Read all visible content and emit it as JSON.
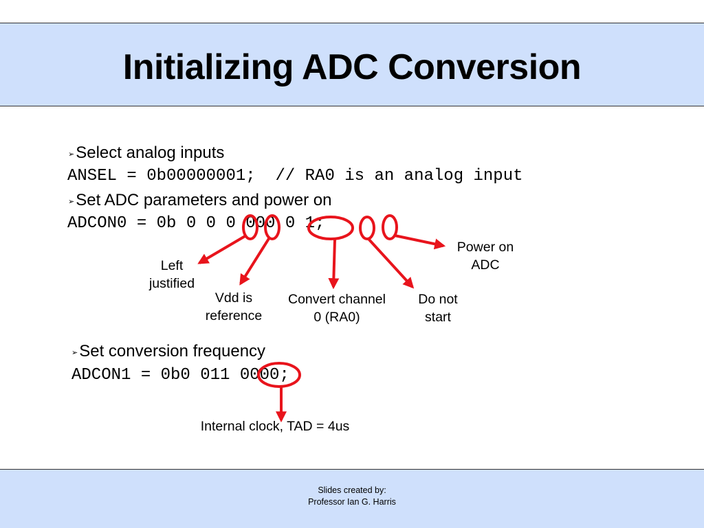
{
  "title": "Initializing ADC Conversion",
  "colors": {
    "band": "#cfe0fc",
    "annotation": "#e8141c"
  },
  "bullets": [
    {
      "marker": "➢",
      "text": "Select analog inputs",
      "code": "ANSEL = 0b00000001;  // RA0 is an analog input"
    },
    {
      "marker": "➢",
      "text": "Set ADC parameters and power on",
      "code": "ADCON0 = 0b 0 0 0 000 0 1;"
    },
    {
      "marker": "➢",
      "text": "Set conversion frequency",
      "code": "ADCON1 = 0b0 011 0000;"
    }
  ],
  "annotations": {
    "left_justified": [
      "Left",
      "justified"
    ],
    "vdd_reference": [
      "Vdd is",
      "reference"
    ],
    "convert_channel": [
      "Convert channel",
      "0 (RA0)"
    ],
    "do_not_start": [
      "Do not",
      "start"
    ],
    "power_on": [
      "Power on",
      "ADC"
    ],
    "internal_clock": "Internal clock, TAD = 4us"
  },
  "footer": {
    "line1": "Slides created by:",
    "line2": "Professor Ian G. Harris"
  }
}
